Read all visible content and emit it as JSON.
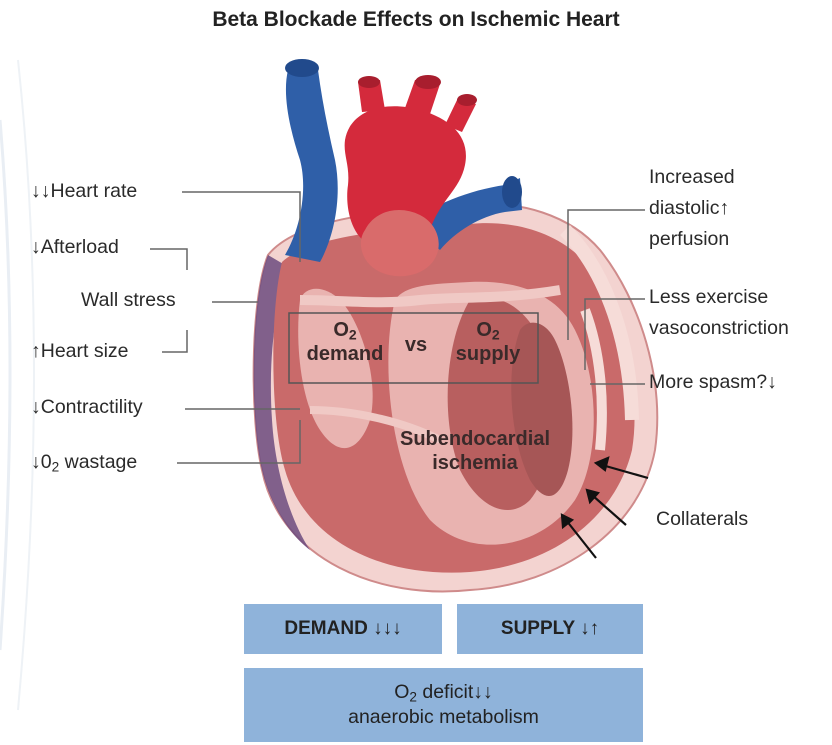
{
  "title": "Beta Blockade Effects on Ischemic Heart",
  "left_labels": {
    "heart_rate": "↓↓Heart rate",
    "afterload": "↓Afterload",
    "wall_stress": "Wall stress",
    "heart_size": "↑Heart size",
    "contractility": "↓Contractility",
    "o2_wastage_prefix": "↓0",
    "o2_wastage_sub": "2",
    "o2_wastage_suffix": " wastage"
  },
  "right_labels": {
    "increased": "Increased",
    "diastolic": "diastolic↑",
    "perfusion": "perfusion",
    "less_exercise": "Less exercise",
    "vasoconstriction": "vasoconstriction",
    "more_spasm": "More spasm?↓",
    "collaterals": "Collaterals"
  },
  "center": {
    "o2_left": "O",
    "o2_left_sub": "2",
    "demand": "demand",
    "vs": "vs",
    "o2_right": "O",
    "o2_right_sub": "2",
    "supply": "supply",
    "ischemia_line1": "Subendocardial",
    "ischemia_line2": "ischemia"
  },
  "boxes": {
    "demand": "DEMAND ↓↓↓",
    "supply": "SUPPLY ↓↑",
    "deficit_prefix": "O",
    "deficit_sub": "2",
    "deficit_suffix": " deficit↓↓",
    "deficit_line2": "anaerobic metabolism"
  },
  "colors": {
    "box_fill": "#8fb3da",
    "myocardium": "#c96a6a",
    "myocardium_light": "#e9b3b0",
    "pericardium": "#f3d3d0",
    "vena_cava_blue": "#2f5fa8",
    "aorta_red": "#d42a3c",
    "septum_dark": "#a65656",
    "left_edge_purple": "#6c4b7f"
  }
}
